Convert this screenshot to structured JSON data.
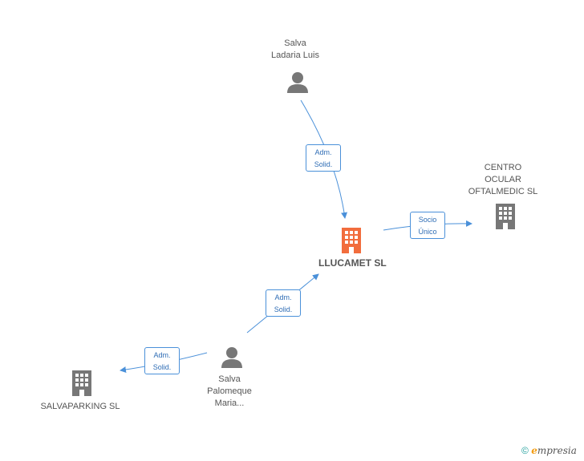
{
  "nodes": {
    "salva_ladaria": {
      "label": "Salva\nLadaria Luis"
    },
    "centro_ocular": {
      "label": "CENTRO\nOCULAR\nOFTALMEDIC SL"
    },
    "llucamet": {
      "label": "LLUCAMET SL"
    },
    "salva_palomeque": {
      "label": "Salva\nPalomeque\nMaria..."
    },
    "salvaparking": {
      "label": "SALVAPARKING SL"
    }
  },
  "edges": {
    "ladaria_to_llucamet": {
      "label": "Adm.\nSolid."
    },
    "llucamet_to_centro": {
      "label": "Socio\nÚnico"
    },
    "palomeque_to_llucamet": {
      "label": "Adm.\nSolid."
    },
    "palomeque_to_salvaparking": {
      "label": "Adm.\nSolid."
    }
  },
  "footer": {
    "copyright": "©",
    "brand_e": "e",
    "brand_rest": "mpresia"
  },
  "colors": {
    "edge": "#4a90d9",
    "main_company": "#f26d3d",
    "company": "#777777",
    "person": "#777777"
  }
}
